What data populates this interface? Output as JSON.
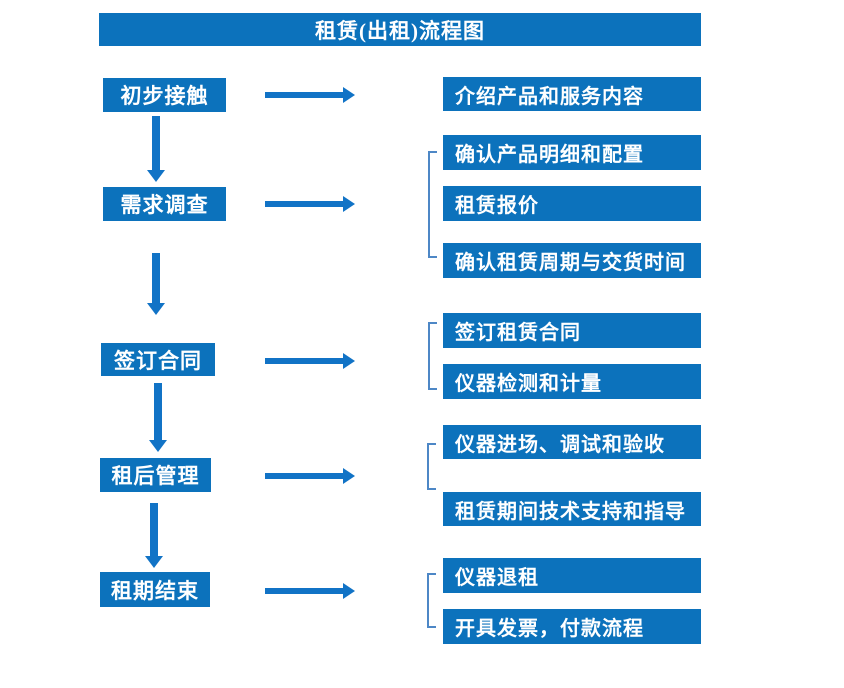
{
  "title": "租赁(出租)流程图",
  "colors": {
    "box_blue": "#0c72bc",
    "arrow_blue": "#1173c6",
    "bracket_blue": "#4d87c6",
    "text_white": "#ffffff",
    "background": "#ffffff"
  },
  "steps": [
    {
      "label": "初步接触",
      "details": [
        "介绍产品和服务内容"
      ]
    },
    {
      "label": "需求调查",
      "details": [
        "确认产品明细和配置",
        "租赁报价",
        "确认租赁周期与交货时间"
      ]
    },
    {
      "label": "签订合同",
      "details": [
        "签订租赁合同",
        "仪器检测和计量"
      ]
    },
    {
      "label": "租后管理",
      "details": [
        "仪器进场、调试和验收",
        "租赁期间技术支持和指导"
      ]
    },
    {
      "label": "租期结束",
      "details": [
        "仪器退租",
        "开具发票，付款流程"
      ]
    }
  ]
}
